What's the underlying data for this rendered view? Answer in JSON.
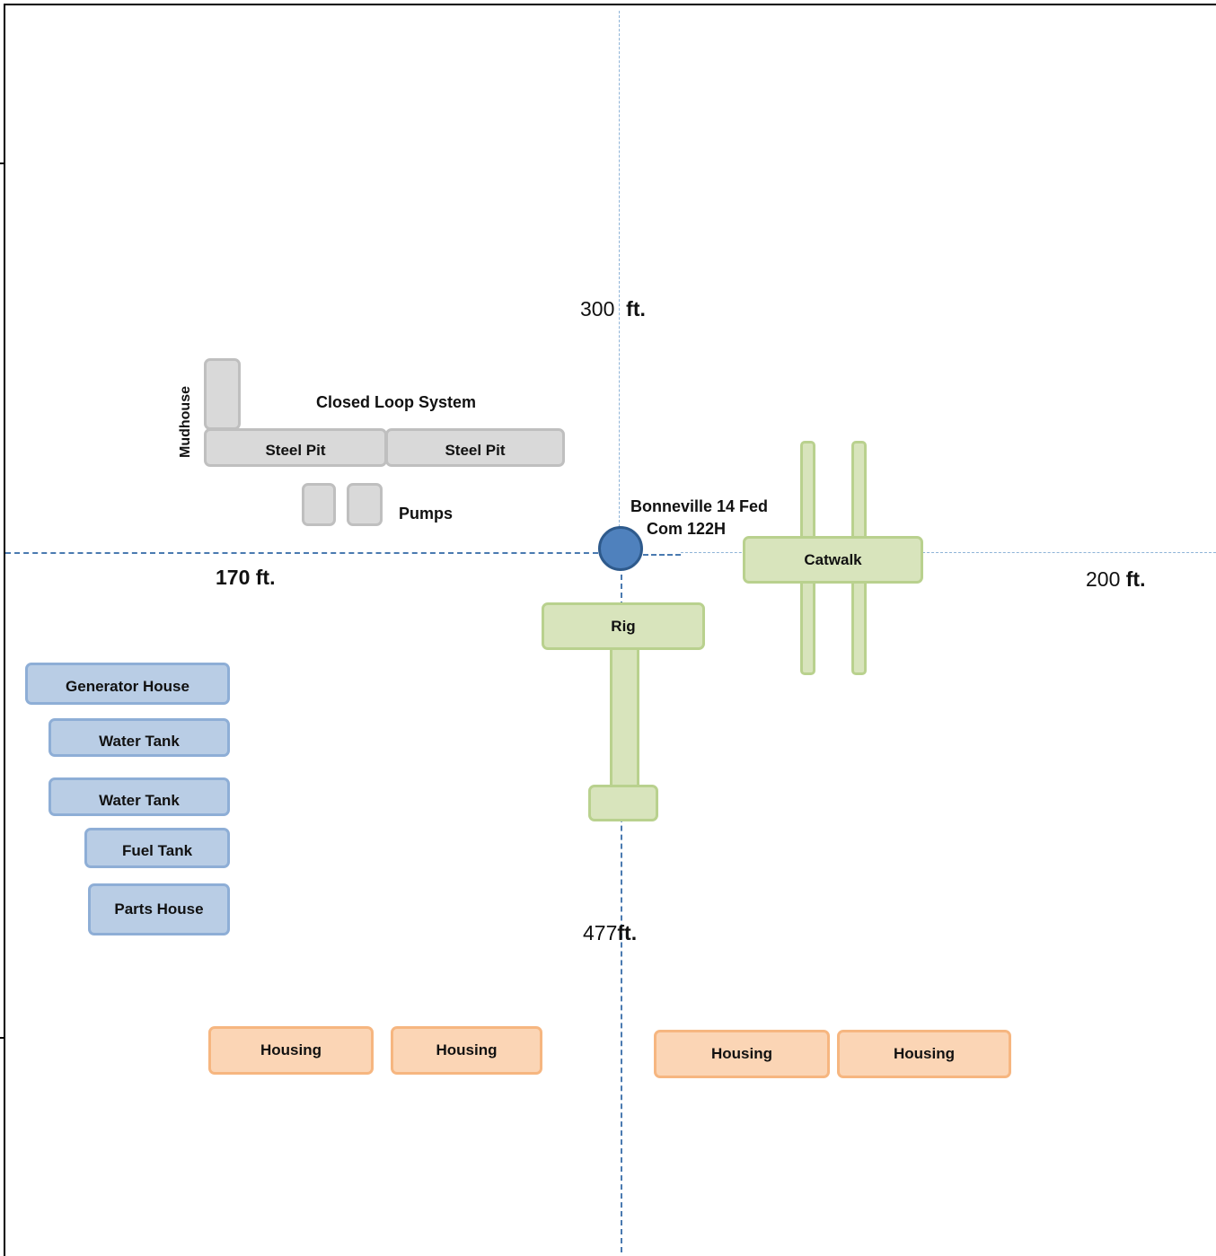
{
  "labels": {
    "closed_loop": "Closed Loop System",
    "mudhouse": "Mudhouse",
    "steel_pit_1": "Steel Pit",
    "steel_pit_2": "Steel Pit",
    "pumps": "Pumps",
    "well_line1": "Bonneville 14 Fed",
    "well_line2": "Com 122H",
    "catwalk": "Catwalk",
    "rig": "Rig",
    "generator_house": "Generator House",
    "water_tank_1": "Water Tank",
    "water_tank_2": "Water Tank",
    "fuel_tank": "Fuel Tank",
    "parts_house": "Parts House",
    "housing_1": "Housing",
    "housing_2": "Housing",
    "housing_3": "Housing",
    "housing_4": "Housing"
  },
  "distances": {
    "north_value": "300",
    "north_unit": "ft.",
    "west": "170 ft.",
    "east_value": "200",
    "east_unit": "ft.",
    "south_value": "477",
    "south_unit": "ft."
  },
  "colors": {
    "equipment_gray": "#d9d9d9",
    "rig_green": "#d8e4bc",
    "support_blue": "#b9cde5",
    "housing_orange": "#fbd5b5",
    "well_marker": "#4f81bd",
    "axis_line": "#4a7ab0"
  }
}
